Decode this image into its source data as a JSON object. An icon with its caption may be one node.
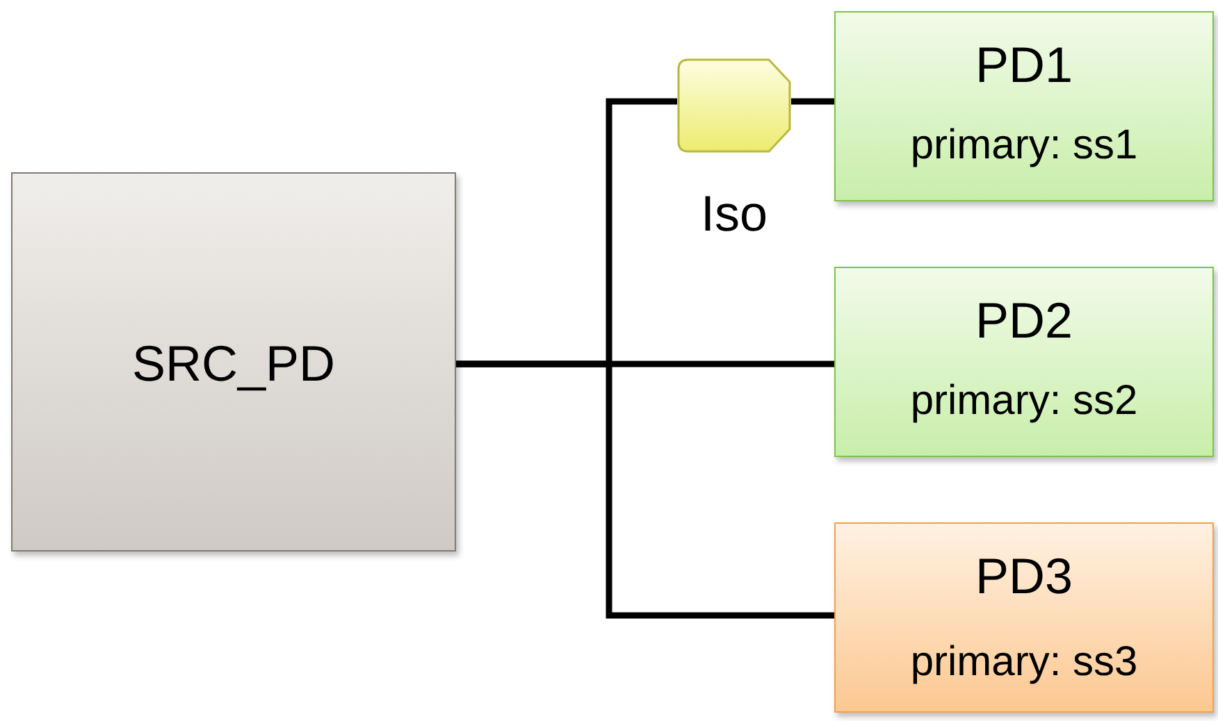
{
  "diagram": {
    "nodes": [
      {
        "text": [
          "SRC_PD"
        ]
      },
      {
        "text": [],
        "shape": "box",
        "beside": [
          "Iso"
        ]
      },
      {
        "text": [
          "PD1",
          "primary: ss1"
        ]
      },
      {
        "text": [
          "PD2",
          "primary: ss2"
        ]
      },
      {
        "text": [
          "PD3",
          "primary: ss3"
        ]
      }
    ],
    "edges": [
      {
        "from": 0,
        "to": 1,
        "arrow": "none"
      },
      {
        "from": 1,
        "to": 2,
        "arrow": "none"
      },
      {
        "from": 0,
        "to": 3,
        "arrow": "none"
      },
      {
        "from": 0,
        "to": 4,
        "arrow": "none"
      }
    ]
  }
}
